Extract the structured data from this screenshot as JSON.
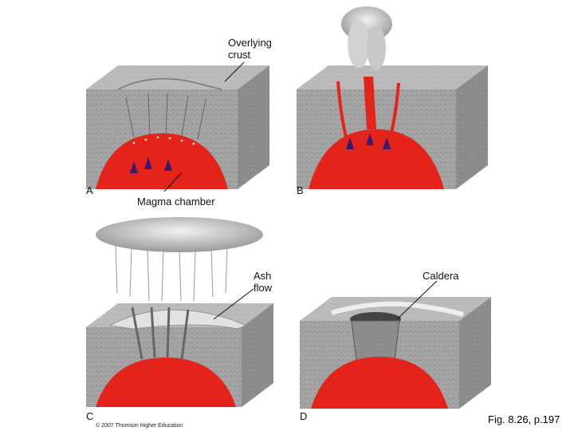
{
  "panels": [
    {
      "letter": "A"
    },
    {
      "letter": "B"
    },
    {
      "letter": "C"
    },
    {
      "letter": "D"
    }
  ],
  "labels": {
    "overlying_crust_1": "Overlying",
    "overlying_crust_2": "crust",
    "magma_chamber": "Magma chamber",
    "ash_flow_1": "Ash",
    "ash_flow_2": "flow",
    "caldera": "Caldera"
  },
  "copyright": "© 2007 Thomson Higher Education",
  "figure_ref": "Fig. 8.26, p.197",
  "colors": {
    "magma": "#e4241b",
    "rock_front": "#a6a6a6",
    "rock_top": "#bdbdbd",
    "rock_side": "#8e8e8e",
    "arrow": "#3a1a6e",
    "ash": "#dcdcdc"
  }
}
